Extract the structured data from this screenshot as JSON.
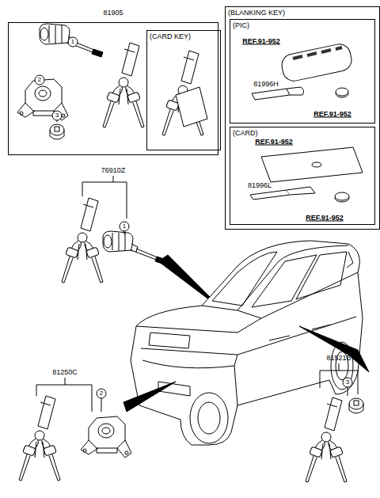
{
  "diagram": {
    "nodes": [
      {
        "text": [
          "81905"
        ]
      },
      {
        "text": [
          "(CARD KEY)"
        ],
        "in": 0
      },
      {
        "text": [
          "(BLANKING KEY)"
        ]
      },
      {
        "text": [
          "(PIC)"
        ],
        "in": 2
      },
      {
        "text": [
          "(CARD)"
        ],
        "in": 2
      }
    ],
    "labels": [
      "1",
      "2",
      "3",
      "REF.91-952",
      "81996H",
      "REF.91-952",
      "REF.91-952",
      "81996L",
      "REF.91-952",
      "76910Z",
      "1",
      "81250C",
      "2",
      "81521B",
      "3"
    ]
  }
}
